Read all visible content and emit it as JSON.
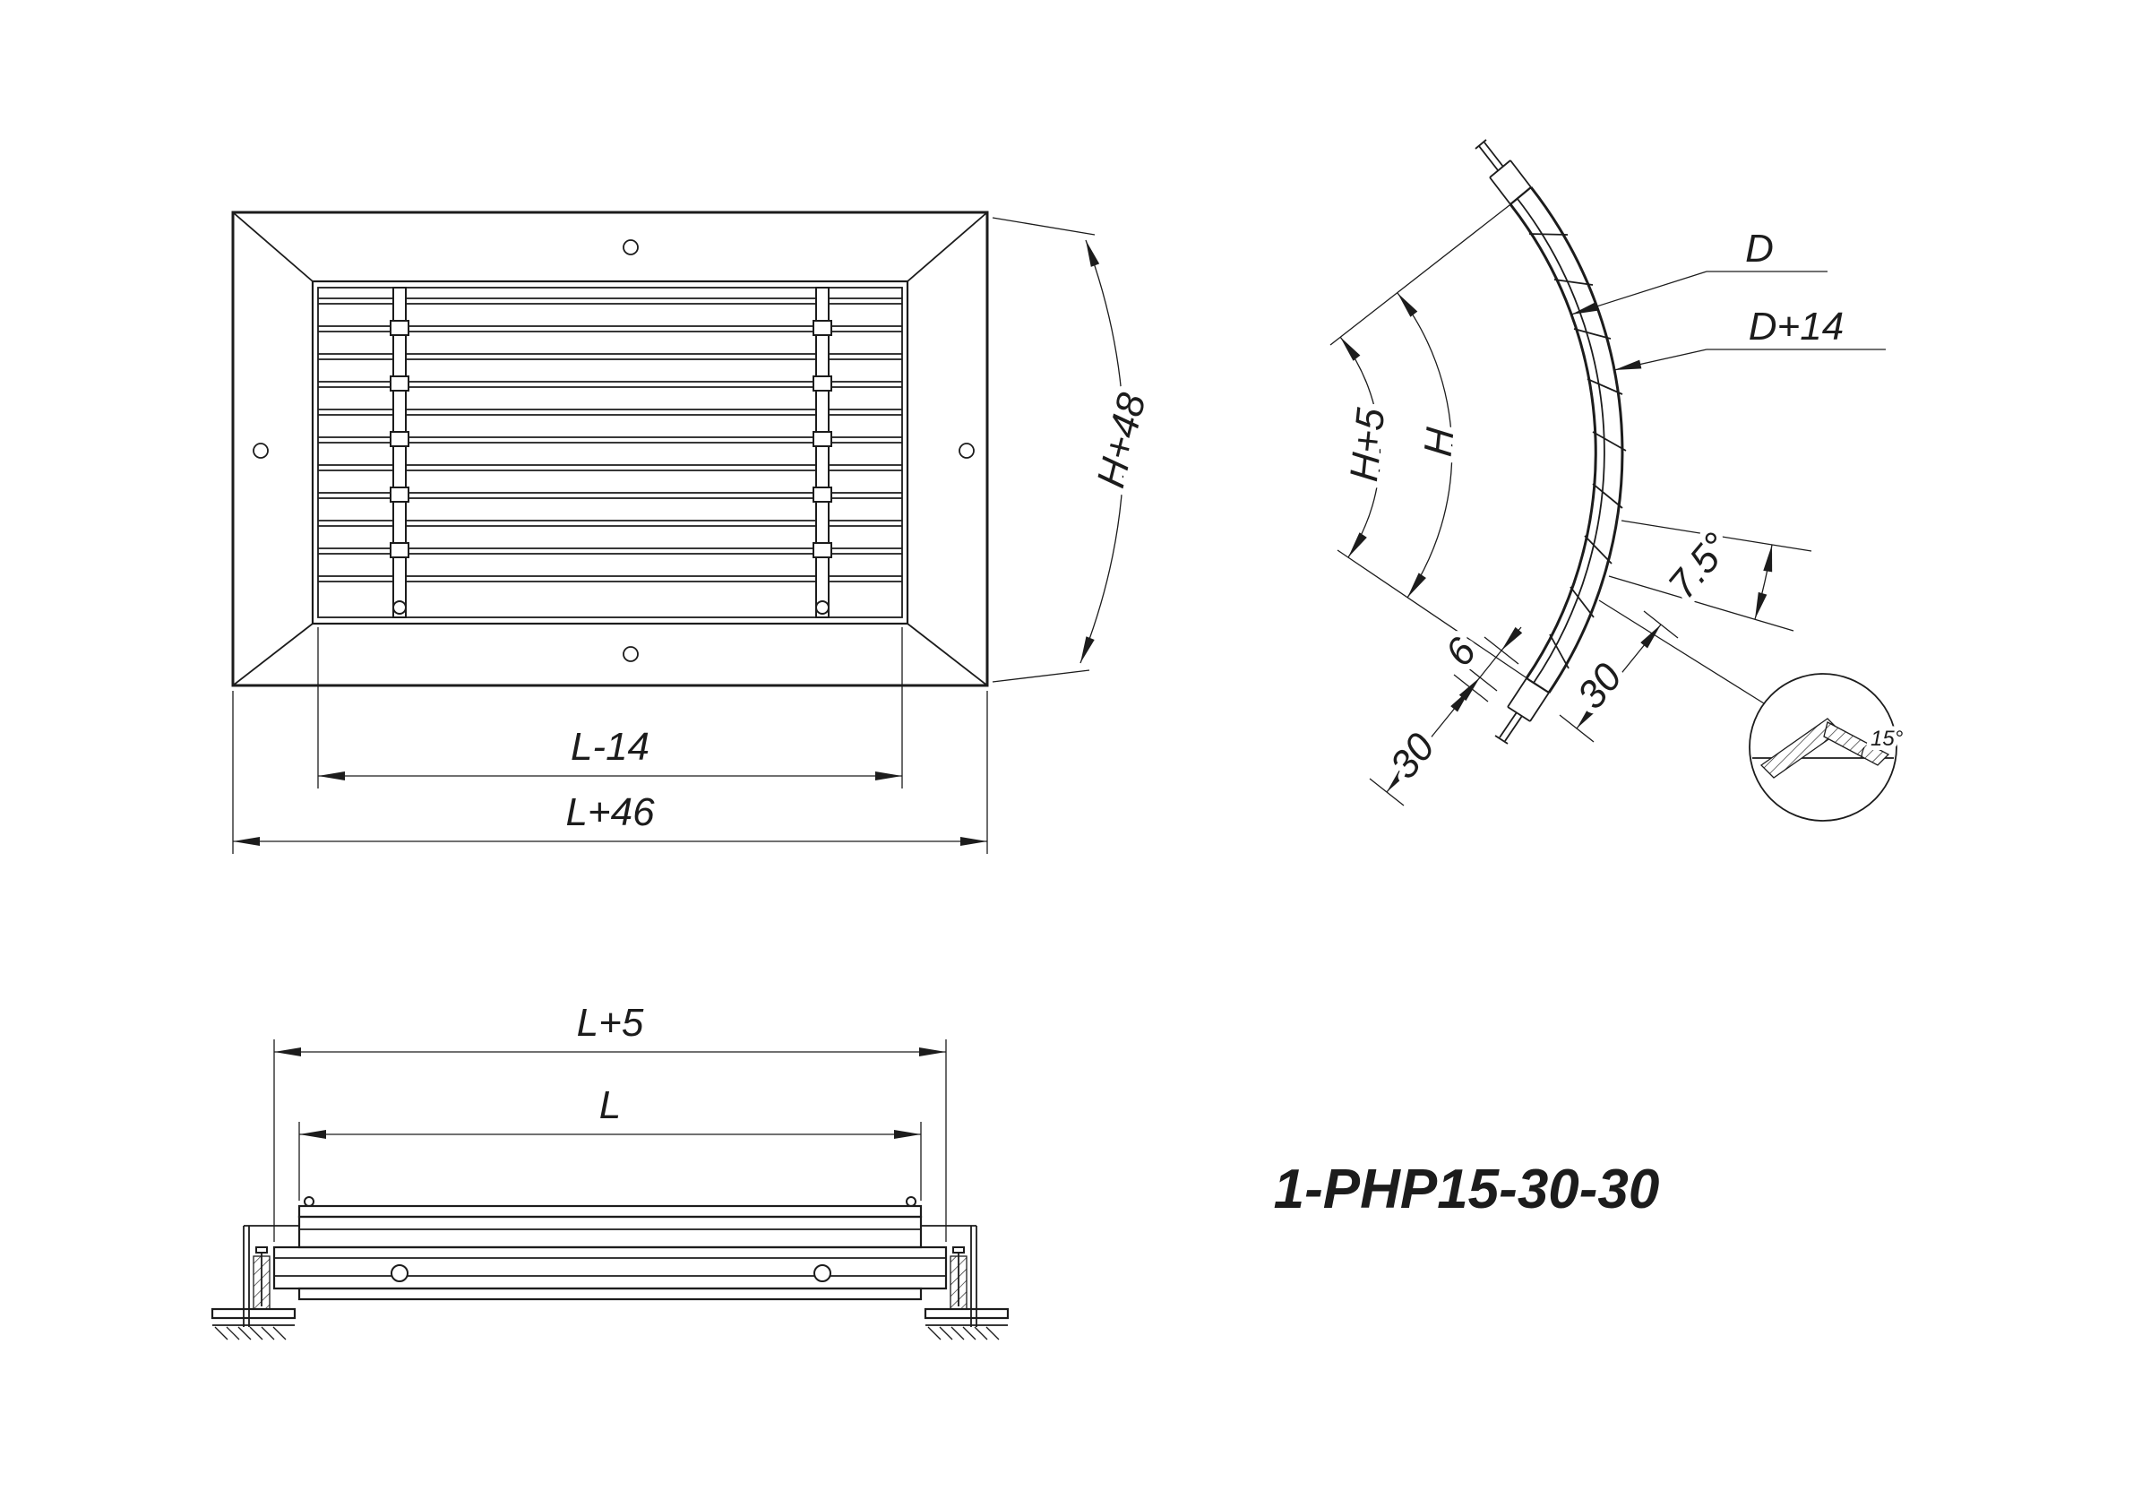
{
  "meta": {
    "ink_color": "#1c1c1c",
    "background_color": "#ffffff",
    "drawing_type": "ventilation-curved-grille-technical-drawing"
  },
  "title_block": {
    "designation": "1-PHP15-30-30"
  },
  "front_view": {
    "dims": {
      "width_inner": "L-14",
      "width_outer": "L+46",
      "height_arc": "H+48"
    }
  },
  "section_view": {
    "dims": {
      "diameter": "D",
      "diameter_outer": "D+14",
      "height_plus5": "H+5",
      "height": "H",
      "pitch_angle": "7.5°",
      "depth_a": "30",
      "gap": "6",
      "depth_b": "30",
      "blade_angle": "15°"
    }
  },
  "side_view": {
    "dims": {
      "length_plus5": "L+5",
      "length": "L"
    }
  }
}
